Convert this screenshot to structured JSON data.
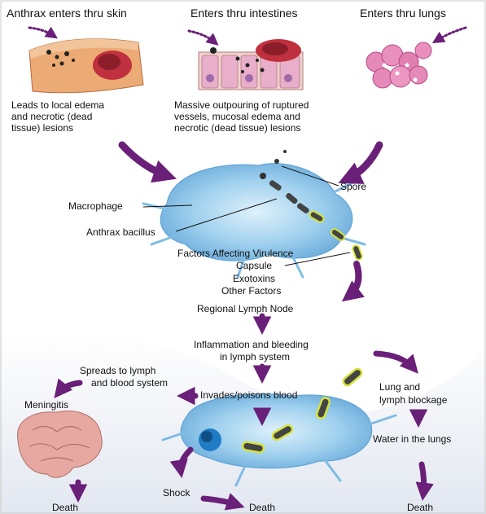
{
  "headers": {
    "skin": "Anthrax enters thru skin",
    "intestines": "Enters thru intestines",
    "lungs": "Enters thru lungs"
  },
  "entry_effects": {
    "skin": [
      "Leads to local edema",
      "and necrotic (dead",
      "tissue) lesions"
    ],
    "intestines": [
      "Massive outpouring of ruptured",
      "vessels, mucosal edema and",
      "necrotic (dead tissue) lesions"
    ]
  },
  "cell_labels": {
    "spore": "Spore",
    "macrophage": "Macrophage",
    "bacillus": "Anthrax bacillus"
  },
  "virulence": {
    "title": "Factors Affecting Virulence",
    "items": [
      "Capsule",
      "Exotoxins",
      "Other Factors"
    ]
  },
  "flow": {
    "lymph_node": "Regional Lymph Node",
    "inflammation": [
      "Inflammation and bleeding",
      "in lymph system"
    ],
    "invades": "Invades/poisons blood",
    "spreads": [
      "Spreads to lymph",
      "and blood system"
    ],
    "meningitis": "Meningitis",
    "lung_blockage": [
      "Lung and",
      "lymph blockage"
    ],
    "water": "Water in the lungs",
    "shock": "Shock",
    "death_1": "Death",
    "death_2": "Death",
    "death_3": "Death"
  },
  "colors": {
    "arrow": "#6a1f78",
    "cell": "#8fc7ea",
    "skin_tissue": "#e8a06c",
    "lesion": "#c0303e",
    "lung": "#e58ab8",
    "brain": "#e6a8a0",
    "bacillus_glow": "#e9f04a"
  }
}
